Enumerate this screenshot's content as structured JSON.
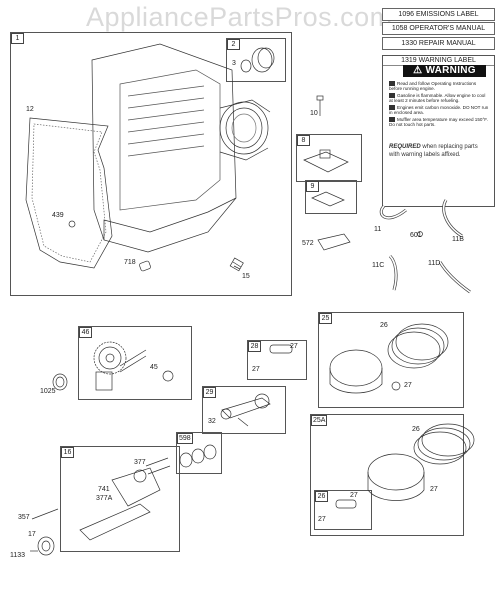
{
  "watermark": "AppliancePartsPros.com",
  "header_labels": [
    "1096 EMISSIONS LABEL",
    "1058 OPERATOR'S MANUAL",
    "1330 REPAIR MANUAL"
  ],
  "warning_panel": {
    "title_label": "1319 WARNING LABEL",
    "heading": "WARNING",
    "rows": [
      "Read and follow Operating Instructions before running engine.",
      "Gasoline is flammable. Allow engine to cool at least 2 minutes before refueling.",
      "Engines emit carbon monoxide. DO NOT run in enclosed area.",
      "Muffler area temperature may exceed 150°F. Do not touch hot parts."
    ],
    "required_bold": "REQUIRED",
    "required_text": " when replacing parts with warning labels affixed."
  },
  "group_tags": {
    "g1": "1",
    "g2": "2",
    "g8": "8",
    "g9": "9",
    "g46": "46",
    "g28": "28",
    "g29": "29",
    "g598": "598",
    "g16": "16",
    "g25": "25",
    "g25a": "25A",
    "g26": "26"
  },
  "part_labels": {
    "p12": "12",
    "p439": "439",
    "p718": "718",
    "p15": "15",
    "p3": "3",
    "p10": "10",
    "p572": "572",
    "p11": "11",
    "p601": "601",
    "p11b": "11B",
    "p11c": "11C",
    "p11d": "11D",
    "p1025": "1025",
    "p45": "45",
    "p27_a": "27",
    "p27_b": "27",
    "p32": "32",
    "p377": "377",
    "p741": "741",
    "p377a": "377A",
    "p357": "357",
    "p17": "17",
    "p1133": "1133",
    "p26_25": "26",
    "p27_25": "27",
    "p26_25a": "26",
    "p27_25a": "27",
    "p27_c": "27",
    "p27_d": "27"
  }
}
